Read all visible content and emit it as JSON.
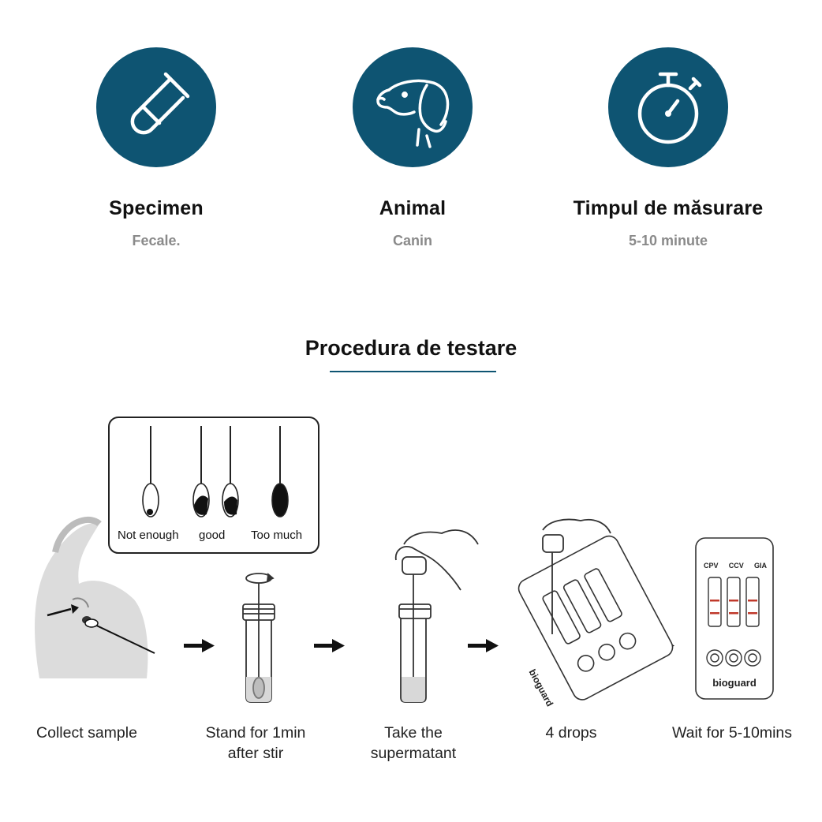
{
  "features": [
    {
      "title": "Specimen",
      "value": "Fecale.",
      "icon": "test-tube-icon"
    },
    {
      "title": "Animal",
      "value": "Canin",
      "icon": "dog-head-icon"
    },
    {
      "title": "Timpul de măsurare",
      "value": "5-10 minute",
      "icon": "stopwatch-icon"
    }
  ],
  "procedure": {
    "title": "Procedura de testare",
    "swab_labels": [
      "Not enough",
      "good",
      "Too much"
    ],
    "steps": [
      {
        "label": "Collect sample"
      },
      {
        "label": "Stand for 1min\nafter stir"
      },
      {
        "label": "Take the\nsupermatant"
      },
      {
        "label": "4 drops"
      },
      {
        "label": "Wait for 5-10mins"
      }
    ],
    "cassette": {
      "brand": "bioguard",
      "lanes": [
        "CPV",
        "CCV",
        "GIA"
      ]
    }
  },
  "colors": {
    "accent": "#0e5472",
    "test_line": "#c0392b"
  }
}
